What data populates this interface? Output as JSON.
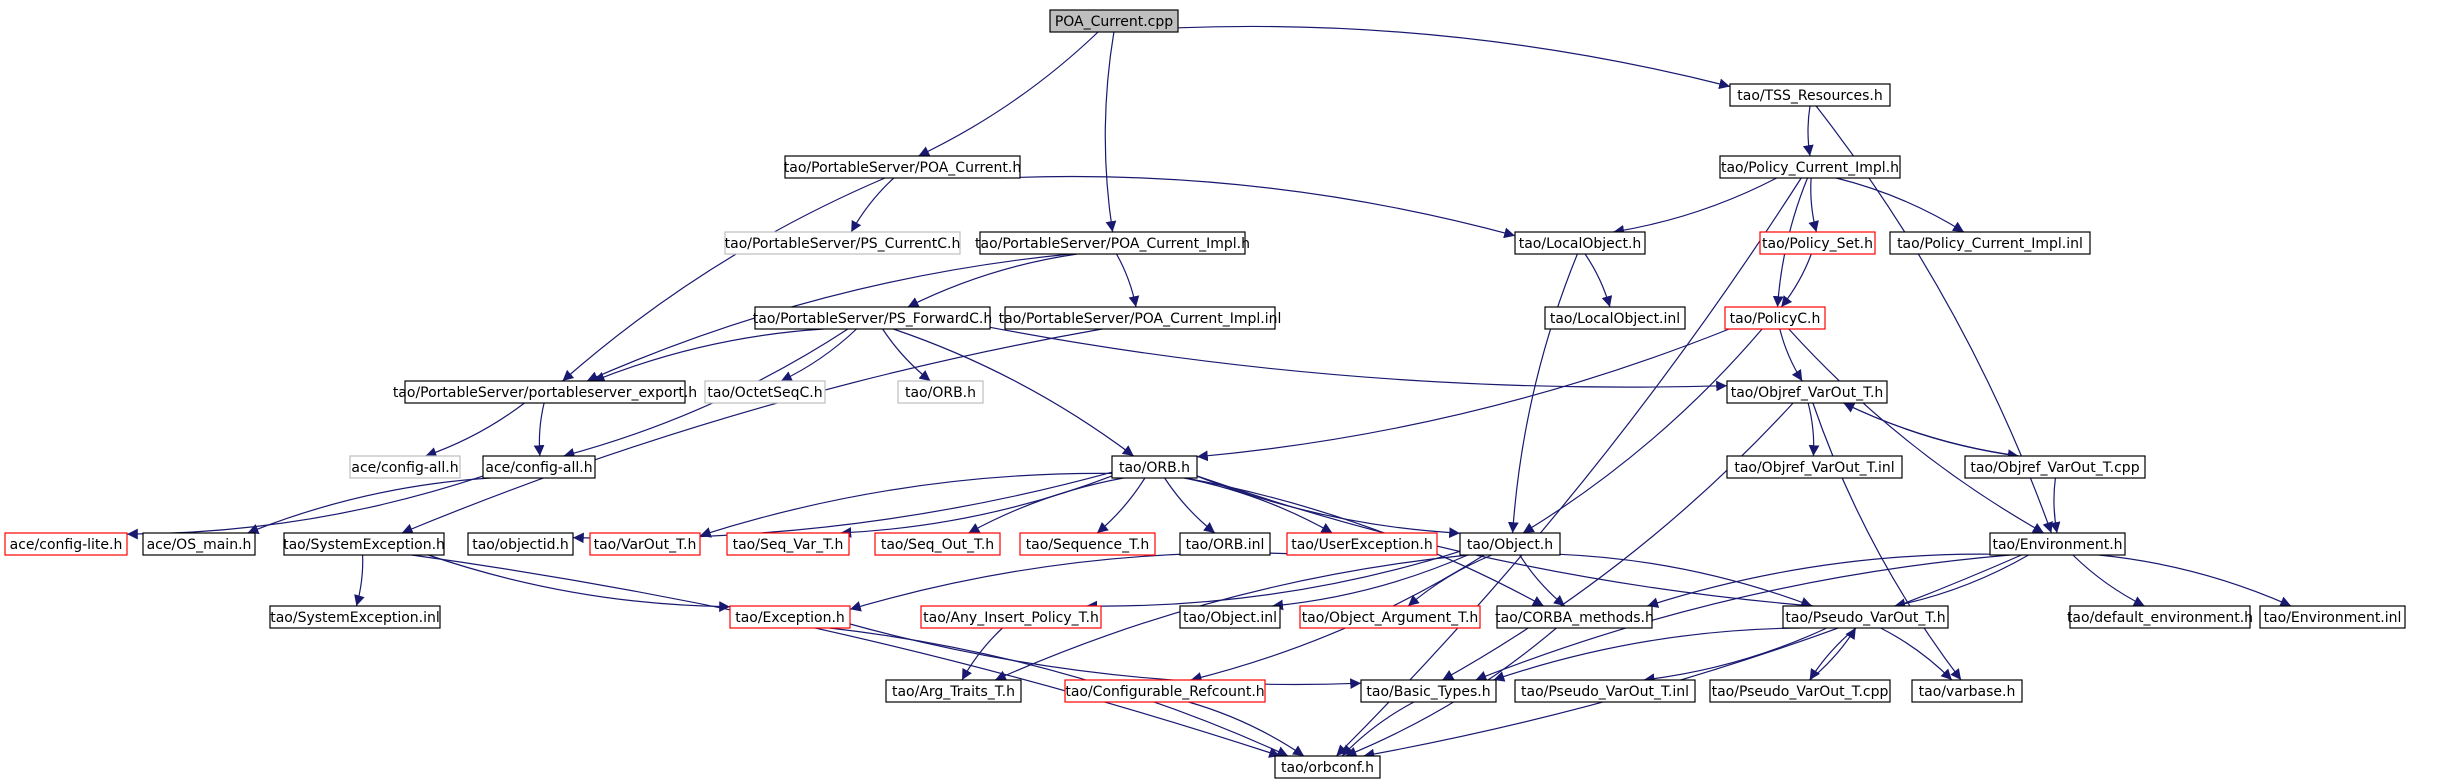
{
  "colors": {
    "edge": "#191970",
    "node_border_normal": "#000000",
    "node_border_truncated": "#ff0000",
    "node_border_missing": "#bfbfbf",
    "root_fill": "#bfbfbf",
    "node_fill": "#ffffff"
  },
  "graph": {
    "nodes": [
      {
        "id": "poa_current_cpp",
        "label": "POA_Current.cpp",
        "kind": "root"
      },
      {
        "id": "tss_resources",
        "label": "tao/TSS_Resources.h",
        "kind": "normal"
      },
      {
        "id": "ps_poa_current_h",
        "label": "tao/PortableServer/POA_Current.h",
        "kind": "normal"
      },
      {
        "id": "policy_current_impl_h",
        "label": "tao/Policy_Current_Impl.h",
        "kind": "normal"
      },
      {
        "id": "ps_currentc_h",
        "label": "tao/PortableServer/PS_CurrentC.h",
        "kind": "missing"
      },
      {
        "id": "poa_current_impl_h",
        "label": "tao/PortableServer/POA_Current_Impl.h",
        "kind": "normal"
      },
      {
        "id": "localobject_h",
        "label": "tao/LocalObject.h",
        "kind": "normal"
      },
      {
        "id": "policy_set_h",
        "label": "tao/Policy_Set.h",
        "kind": "truncated"
      },
      {
        "id": "policy_current_impl_inl",
        "label": "tao/Policy_Current_Impl.inl",
        "kind": "normal"
      },
      {
        "id": "ps_forwardc_h",
        "label": "tao/PortableServer/PS_ForwardC.h",
        "kind": "normal"
      },
      {
        "id": "poa_current_impl_inl",
        "label": "tao/PortableServer/POA_Current_Impl.inl",
        "kind": "normal"
      },
      {
        "id": "localobject_inl",
        "label": "tao/LocalObject.inl",
        "kind": "normal"
      },
      {
        "id": "policyc_h",
        "label": "tao/PolicyC.h",
        "kind": "truncated"
      },
      {
        "id": "ps_export_h",
        "label": "tao/PortableServer/portableserver_export.h",
        "kind": "normal"
      },
      {
        "id": "octetseqc_h",
        "label": "tao/OctetSeqC.h",
        "kind": "missing"
      },
      {
        "id": "orb_h_missing",
        "label": "tao/ORB.h",
        "kind": "missing"
      },
      {
        "id": "objref_varout_h",
        "label": "tao/Objref_VarOut_T.h",
        "kind": "normal"
      },
      {
        "id": "ace_config_all_missing",
        "label": "ace/config-all.h",
        "kind": "missing"
      },
      {
        "id": "ace_config_all",
        "label": "ace/config-all.h",
        "kind": "normal"
      },
      {
        "id": "orb_h",
        "label": "tao/ORB.h",
        "kind": "normal"
      },
      {
        "id": "objref_varout_inl",
        "label": "tao/Objref_VarOut_T.inl",
        "kind": "normal"
      },
      {
        "id": "objref_varout_cpp",
        "label": "tao/Objref_VarOut_T.cpp",
        "kind": "normal"
      },
      {
        "id": "ace_config_lite",
        "label": "ace/config-lite.h",
        "kind": "truncated"
      },
      {
        "id": "ace_os_main",
        "label": "ace/OS_main.h",
        "kind": "normal"
      },
      {
        "id": "systemexception_h",
        "label": "tao/SystemException.h",
        "kind": "normal"
      },
      {
        "id": "objectid_h",
        "label": "tao/objectid.h",
        "kind": "normal"
      },
      {
        "id": "varout_t_h",
        "label": "tao/VarOut_T.h",
        "kind": "truncated"
      },
      {
        "id": "seq_var_t_h",
        "label": "tao/Seq_Var_T.h",
        "kind": "truncated"
      },
      {
        "id": "seq_out_t_h",
        "label": "tao/Seq_Out_T.h",
        "kind": "truncated"
      },
      {
        "id": "sequence_t_h",
        "label": "tao/Sequence_T.h",
        "kind": "truncated"
      },
      {
        "id": "orb_inl",
        "label": "tao/ORB.inl",
        "kind": "normal"
      },
      {
        "id": "userexception_h",
        "label": "tao/UserException.h",
        "kind": "truncated"
      },
      {
        "id": "object_h",
        "label": "tao/Object.h",
        "kind": "normal"
      },
      {
        "id": "environment_h",
        "label": "tao/Environment.h",
        "kind": "normal"
      },
      {
        "id": "systemexception_inl",
        "label": "tao/SystemException.inl",
        "kind": "normal"
      },
      {
        "id": "exception_h",
        "label": "tao/Exception.h",
        "kind": "truncated"
      },
      {
        "id": "any_insert_policy_h",
        "label": "tao/Any_Insert_Policy_T.h",
        "kind": "truncated"
      },
      {
        "id": "object_inl",
        "label": "tao/Object.inl",
        "kind": "normal"
      },
      {
        "id": "object_argument_h",
        "label": "tao/Object_Argument_T.h",
        "kind": "truncated"
      },
      {
        "id": "corba_methods_h",
        "label": "tao/CORBA_methods.h",
        "kind": "normal"
      },
      {
        "id": "pseudo_varout_h",
        "label": "tao/Pseudo_VarOut_T.h",
        "kind": "normal"
      },
      {
        "id": "default_environment_h",
        "label": "tao/default_environment.h",
        "kind": "normal"
      },
      {
        "id": "environment_inl",
        "label": "tao/Environment.inl",
        "kind": "normal"
      },
      {
        "id": "arg_traits_h",
        "label": "tao/Arg_Traits_T.h",
        "kind": "normal"
      },
      {
        "id": "configurable_refcount_h",
        "label": "tao/Configurable_Refcount.h",
        "kind": "truncated"
      },
      {
        "id": "basic_types_h",
        "label": "tao/Basic_Types.h",
        "kind": "normal"
      },
      {
        "id": "pseudo_varout_inl",
        "label": "tao/Pseudo_VarOut_T.inl",
        "kind": "normal"
      },
      {
        "id": "pseudo_varout_cpp",
        "label": "tao/Pseudo_VarOut_T.cpp",
        "kind": "normal"
      },
      {
        "id": "varbase_h",
        "label": "tao/varbase.h",
        "kind": "normal"
      },
      {
        "id": "orbconf_h",
        "label": "tao/orbconf.h",
        "kind": "normal"
      }
    ],
    "edges": [
      [
        "poa_current_cpp",
        "ps_poa_current_h"
      ],
      [
        "poa_current_cpp",
        "poa_current_impl_h"
      ],
      [
        "poa_current_cpp",
        "tss_resources"
      ],
      [
        "tss_resources",
        "policy_current_impl_h"
      ],
      [
        "tss_resources",
        "environment_h"
      ],
      [
        "ps_poa_current_h",
        "ps_currentc_h"
      ],
      [
        "ps_poa_current_h",
        "localobject_h"
      ],
      [
        "ps_poa_current_h",
        "ps_export_h"
      ],
      [
        "policy_current_impl_h",
        "localobject_h"
      ],
      [
        "policy_current_impl_h",
        "policy_set_h"
      ],
      [
        "policy_current_impl_h",
        "policy_current_impl_inl"
      ],
      [
        "policy_current_impl_h",
        "policyc_h"
      ],
      [
        "policy_current_impl_h",
        "orbconf_h"
      ],
      [
        "poa_current_impl_h",
        "ps_forwardc_h"
      ],
      [
        "poa_current_impl_h",
        "poa_current_impl_inl"
      ],
      [
        "poa_current_impl_h",
        "ps_export_h"
      ],
      [
        "localobject_h",
        "localobject_inl"
      ],
      [
        "localobject_h",
        "object_h"
      ],
      [
        "policy_set_h",
        "policyc_h"
      ],
      [
        "ps_forwardc_h",
        "ps_export_h"
      ],
      [
        "ps_forwardc_h",
        "octetseqc_h"
      ],
      [
        "ps_forwardc_h",
        "orb_h_missing"
      ],
      [
        "ps_forwardc_h",
        "orb_h"
      ],
      [
        "ps_forwardc_h",
        "objref_varout_h"
      ],
      [
        "ps_forwardc_h",
        "ace_config_all"
      ],
      [
        "poa_current_impl_inl",
        "systemexception_h"
      ],
      [
        "policyc_h",
        "orb_h"
      ],
      [
        "policyc_h",
        "objref_varout_h"
      ],
      [
        "policyc_h",
        "object_h"
      ],
      [
        "policyc_h",
        "environment_h"
      ],
      [
        "ps_export_h",
        "ace_config_all_missing"
      ],
      [
        "ps_export_h",
        "ace_config_all"
      ],
      [
        "objref_varout_h",
        "objref_varout_inl"
      ],
      [
        "objref_varout_h",
        "objref_varout_cpp"
      ],
      [
        "objref_varout_h",
        "basic_types_h"
      ],
      [
        "objref_varout_h",
        "varbase_h"
      ],
      [
        "objref_varout_cpp",
        "objref_varout_h"
      ],
      [
        "objref_varout_cpp",
        "environment_h"
      ],
      [
        "ace_config_all",
        "ace_config_lite"
      ],
      [
        "ace_config_all",
        "ace_os_main"
      ],
      [
        "orb_h",
        "objectid_h"
      ],
      [
        "orb_h",
        "varout_t_h"
      ],
      [
        "orb_h",
        "seq_var_t_h"
      ],
      [
        "orb_h",
        "seq_out_t_h"
      ],
      [
        "orb_h",
        "sequence_t_h"
      ],
      [
        "orb_h",
        "orb_inl"
      ],
      [
        "orb_h",
        "userexception_h"
      ],
      [
        "orb_h",
        "object_h"
      ],
      [
        "orb_h",
        "corba_methods_h"
      ],
      [
        "orb_h",
        "pseudo_varout_h"
      ],
      [
        "systemexception_h",
        "systemexception_inl"
      ],
      [
        "systemexception_h",
        "exception_h"
      ],
      [
        "systemexception_h",
        "orbconf_h"
      ],
      [
        "userexception_h",
        "exception_h"
      ],
      [
        "object_h",
        "object_inl"
      ],
      [
        "object_h",
        "object_argument_h"
      ],
      [
        "object_h",
        "any_insert_policy_h"
      ],
      [
        "object_h",
        "corba_methods_h"
      ],
      [
        "object_h",
        "pseudo_varout_h"
      ],
      [
        "object_h",
        "arg_traits_h"
      ],
      [
        "object_h",
        "configurable_refcount_h"
      ],
      [
        "environment_h",
        "corba_methods_h"
      ],
      [
        "environment_h",
        "pseudo_varout_h"
      ],
      [
        "environment_h",
        "default_environment_h"
      ],
      [
        "environment_h",
        "environment_inl"
      ],
      [
        "environment_h",
        "basic_types_h"
      ],
      [
        "environment_h",
        "orbconf_h"
      ],
      [
        "exception_h",
        "basic_types_h"
      ],
      [
        "exception_h",
        "orbconf_h"
      ],
      [
        "any_insert_policy_h",
        "arg_traits_h"
      ],
      [
        "corba_methods_h",
        "orbconf_h"
      ],
      [
        "pseudo_varout_h",
        "basic_types_h"
      ],
      [
        "pseudo_varout_h",
        "pseudo_varout_inl"
      ],
      [
        "pseudo_varout_h",
        "pseudo_varout_cpp"
      ],
      [
        "pseudo_varout_h",
        "varbase_h"
      ],
      [
        "pseudo_varout_cpp",
        "pseudo_varout_h"
      ],
      [
        "configurable_refcount_h",
        "orbconf_h"
      ],
      [
        "basic_types_h",
        "orbconf_h"
      ]
    ]
  }
}
